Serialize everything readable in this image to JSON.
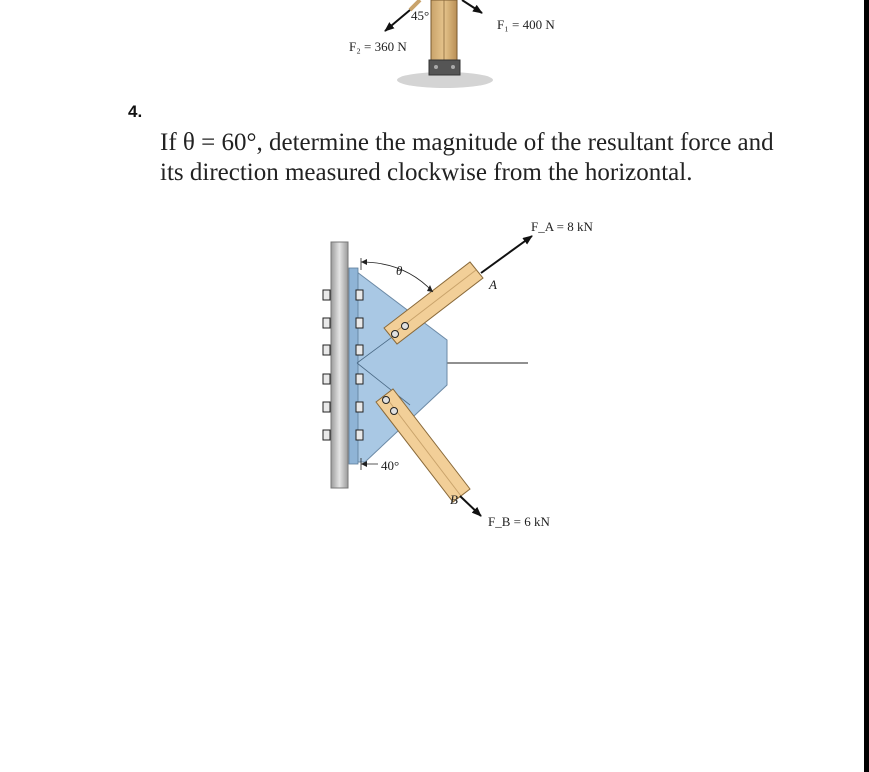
{
  "top_figure": {
    "angle_label": "45°",
    "f1_label": "F₁ = 400 N",
    "f2_label": "F₂ = 360 N"
  },
  "problem": {
    "number": "4.",
    "text_line1": "If θ = 60°, determine the magnitude of the resultant force and",
    "text_line2": "its direction measured clockwise from the horizontal."
  },
  "figure": {
    "fa_label": "F_A = 8 kN",
    "fb_label": "F_B = 6 kN",
    "theta_label": "θ",
    "angle_label": "40°",
    "point_a": "A",
    "point_b": "B"
  },
  "colors": {
    "plate": "#a9c8e4",
    "member": "#f2cf98",
    "wall": "#cfcfcf"
  }
}
